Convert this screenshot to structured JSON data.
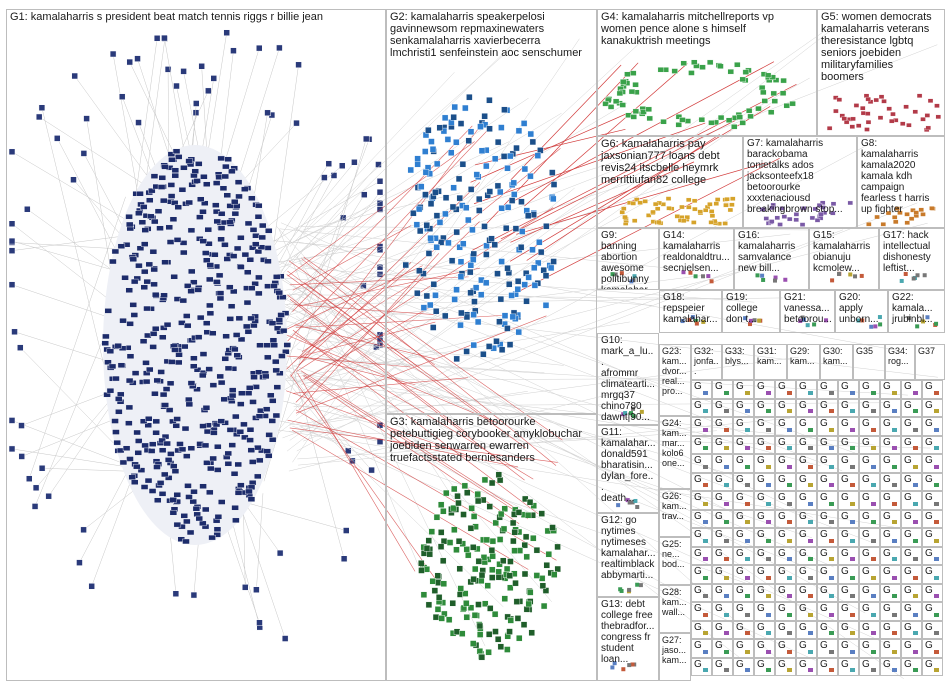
{
  "groups": [
    {
      "id": "g1",
      "title": "G1: kamalaharris s president beat match tennis riggs r billie jean"
    },
    {
      "id": "g2",
      "title": "G2: kamalaharris speakerpelosi\ngavinnewsom repmaxinewaters\nsenkamalaharris xavierbecerra\nlmchristi1 senfeinstein aoc senschumer"
    },
    {
      "id": "g3",
      "title": "G3: kamalaharris betoorourke\npetebuttigieg corybooker amyklobuchar\njoebiden senwarren ewarren\ntruefactsstated berniesanders"
    },
    {
      "id": "g4",
      "title": "G4: kamalaharris mitchellreports vp\nwomen pence alone s himself\nkanakuktrish meetings"
    },
    {
      "id": "g5",
      "title": "G5: women democrats\nkamalaharris veterans\ntheresistance lgbtq\nseniors joebiden\nmilitaryfamilies\nboomers"
    },
    {
      "id": "g6",
      "title": "G6: kamalaharris pay\njaxsonian777 loans debt\nrevis24 itscbelle heymrk\nmerrittiufan82 college"
    },
    {
      "id": "g7",
      "title": "G7: kamalaharris\nbarackobama\ntonietalks ados\njacksonteefx18\nbetoorourke\nxxxtenaciousd\nbreakingbrown stop..."
    },
    {
      "id": "g8",
      "title": "G8:\nkamalaharris\nkamala2020\nkamala kdh\ncampaign\nfearless t harris\nup fighter"
    },
    {
      "id": "g9",
      "title": "G9:\nbanning\nabortion\nawesome\npolitibunny\nkamalahar...\nkurtschlich..."
    },
    {
      "id": "g14",
      "title": "G14:\nkamalaharris\nrealdonaldtru...\nsecnielsen..."
    },
    {
      "id": "g16",
      "title": "G16:\nkamalaharris\nsamvalance\nnew bill..."
    },
    {
      "id": "g15",
      "title": "G15:\nkamalaharris\nobianuju\nkcmolew..."
    },
    {
      "id": "g17",
      "title": "G17: hack\nintellectual\ndishonesty\nleftist..."
    },
    {
      "id": "g18",
      "title": "G18:\nrepspeier\nkamalahar..."
    },
    {
      "id": "g19",
      "title": "G19:\ncollege\ndon t..."
    },
    {
      "id": "g21",
      "title": "G21:\nvanessa...\nbetoorou..."
    },
    {
      "id": "g20",
      "title": "G20:\napply\nunborn..."
    },
    {
      "id": "g22",
      "title": "G22:\nkamala...\njrubinbl..."
    },
    {
      "id": "g10",
      "title": "G10:\nmark_a_lu...\nafrommr\nclimatearti...\nmrgq37\nchino780\ndawnt|90..."
    },
    {
      "id": "g23",
      "title": "G23:\nkam...\ndvor...\nreal...\npro..."
    },
    {
      "id": "g32",
      "title": "G32:\njonfa..."
    },
    {
      "id": "g33",
      "title": "G33:\nblys..."
    },
    {
      "id": "g31",
      "title": "G31:\nkam..."
    },
    {
      "id": "g29",
      "title": "G29:\nkam..."
    },
    {
      "id": "g30",
      "title": "G30:\nkam..."
    },
    {
      "id": "g35",
      "title": "G35"
    },
    {
      "id": "g34",
      "title": "G34:\nrog..."
    },
    {
      "id": "g37",
      "title": "G37"
    },
    {
      "id": "g11",
      "title": "G11:\nkamalahar...\ndonald591\nbharatisin...\ndylan_fore...\ndeath..."
    },
    {
      "id": "g24",
      "title": "G24:\nkam...\nmar...\nkolo6\none..."
    },
    {
      "id": "g26",
      "title": "G26:\nkam...\ntrav..."
    },
    {
      "id": "g12",
      "title": "G12: go\nnytimes\nnytimeses\nkamalahar...\nrealtimblack\nabbymarti..."
    },
    {
      "id": "g25",
      "title": "G25:\nne...\nbod..."
    },
    {
      "id": "g13",
      "title": "G13: debt\ncollege free\nthebradfor...\ncongress fr\nstudent\nloan..."
    },
    {
      "id": "g28",
      "title": "G28:\nkam...\nwall..."
    },
    {
      "id": "g27",
      "title": "G27:\njaso...\nkam..."
    }
  ],
  "small_group_prefix": "G"
}
